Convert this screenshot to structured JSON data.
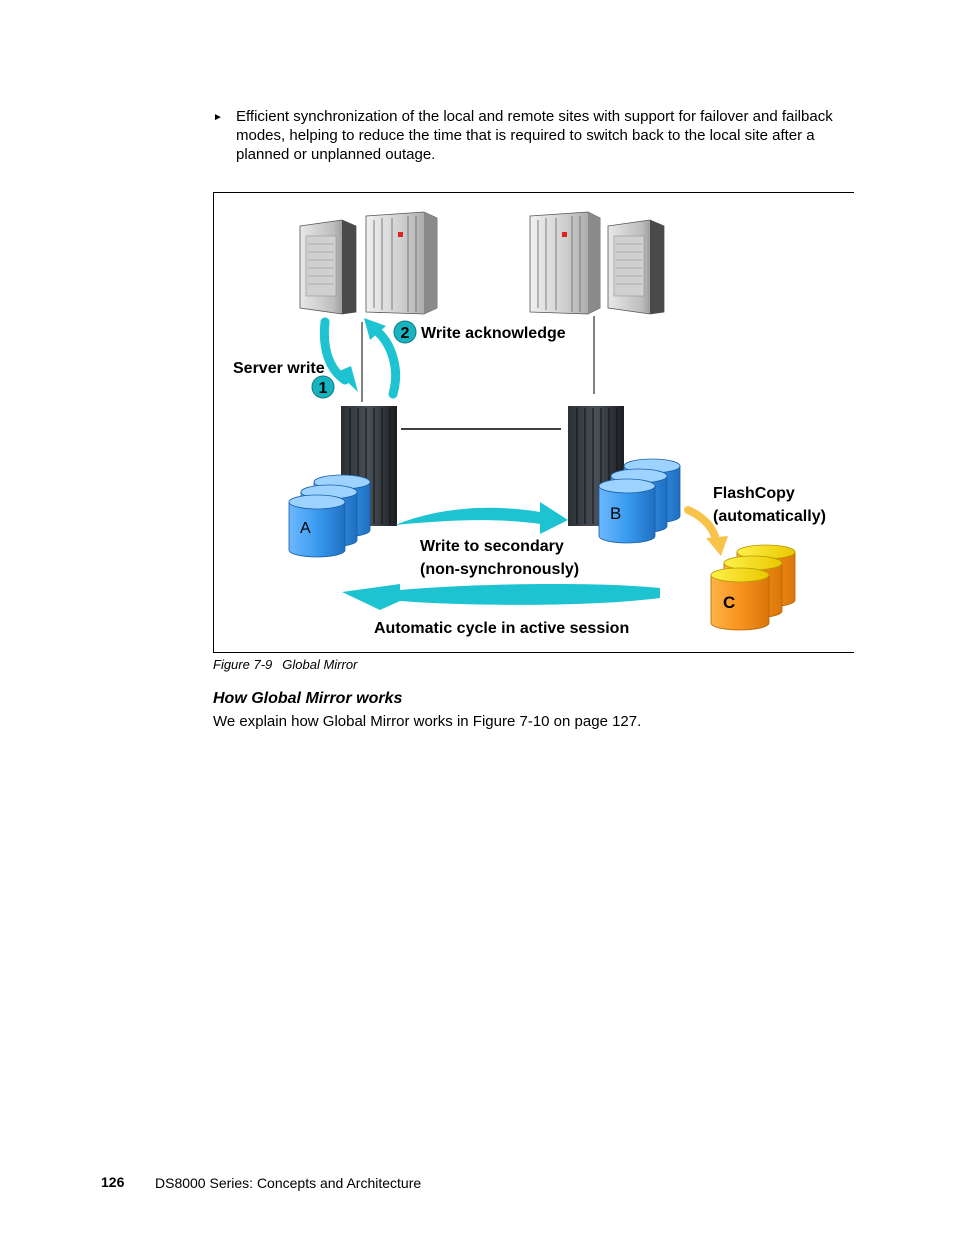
{
  "bullet": {
    "marker": "►",
    "text": "Efficient synchronization of the local and remote sites with support for failover and failback modes, helping to reduce the time that is required to switch back to the local site after a planned or unplanned outage."
  },
  "figure": {
    "labels": {
      "server_write": "Server write",
      "write_ack": "Write acknowledge",
      "flashcopy_line1": "FlashCopy",
      "flashcopy_line2": "(automatically)",
      "write_secondary_line1": "Write to secondary",
      "write_secondary_line2": "(non-synchronously)",
      "auto_cycle": "Automatic cycle in active session"
    },
    "steps": {
      "one": "1",
      "two": "2"
    },
    "volumes": {
      "a": "A",
      "b": "B",
      "c": "C"
    },
    "colors": {
      "arrow": "#1ec3d2",
      "volume_blue": "#3a9bf0",
      "volume_orange": "#f7931e",
      "volume_yellow": "#f8e21c",
      "flash_arrow": "#f8c34a"
    }
  },
  "caption": {
    "number": "Figure 7-9",
    "title": "Global Mirror"
  },
  "section": {
    "heading": "How Global Mirror works",
    "paragraph": "We explain how Global Mirror works in Figure 7-10 on page 127."
  },
  "footer": {
    "page_number": "126",
    "book_title": "DS8000 Series: Concepts and Architecture"
  }
}
